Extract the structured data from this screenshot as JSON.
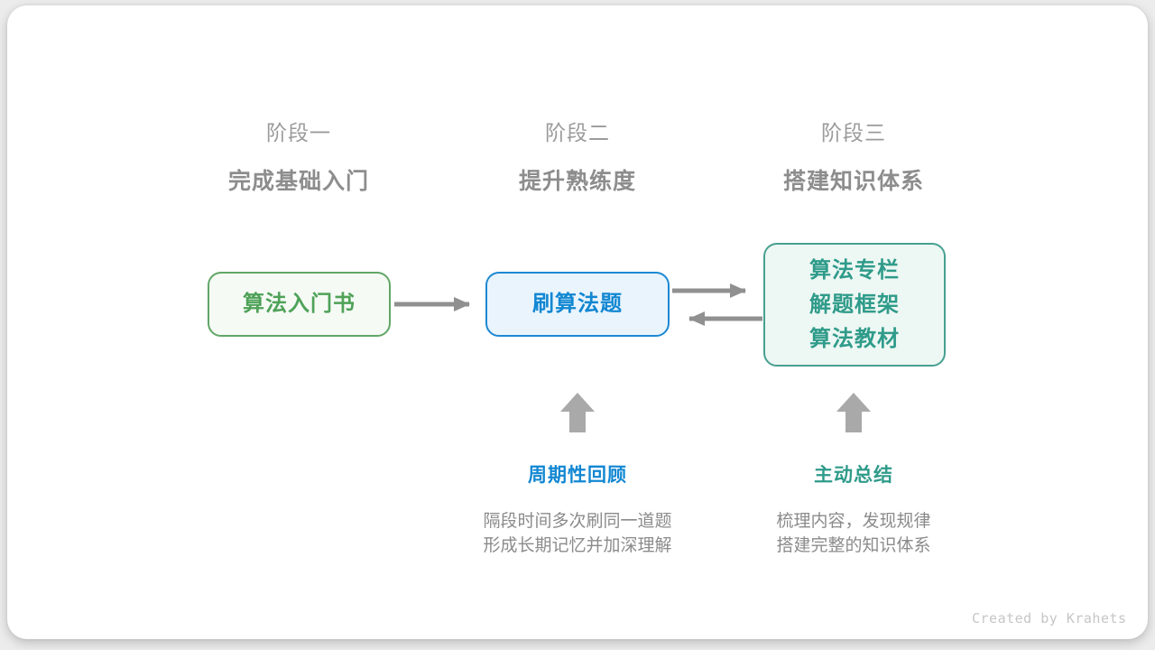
{
  "stages": [
    {
      "label": "阶段一",
      "subtitle": "完成基础入门"
    },
    {
      "label": "阶段二",
      "subtitle": "提升熟练度"
    },
    {
      "label": "阶段三",
      "subtitle": "搭建知识体系"
    }
  ],
  "nodes": [
    {
      "lines": [
        "算法入门书"
      ],
      "theme": "green"
    },
    {
      "lines": [
        "刷算法题"
      ],
      "theme": "blue"
    },
    {
      "lines": [
        "算法专栏",
        "解题框架",
        "算法教材"
      ],
      "theme": "teal"
    }
  ],
  "annotations": [
    {
      "title": "周期性回顾",
      "desc_line1": "隔段时间多次刷同一道题",
      "desc_line2": "形成长期记忆并加深理解",
      "theme": "blue"
    },
    {
      "title": "主动总结",
      "desc_line1": "梳理内容，发现规律",
      "desc_line2": "搭建完整的知识体系",
      "theme": "teal"
    }
  ],
  "watermark": "Created by Krahets",
  "colors": {
    "green_accent": "#4fa258",
    "blue_accent": "#1287d2",
    "teal_accent": "#2f9b8a",
    "gray_text": "#8d8d8d",
    "arrow_gray": "#909090",
    "block_arrow_gray": "#a9a9a9",
    "card_background": "#ffffff"
  }
}
